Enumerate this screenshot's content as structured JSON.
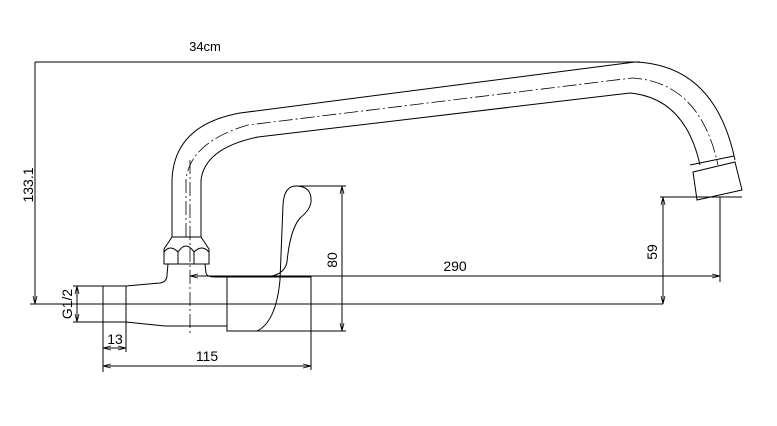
{
  "title_dimension": "34cm",
  "dimensions": {
    "total_height": "133.1",
    "handle_height": "80",
    "spout_reach": "290",
    "spout_clearance": "59",
    "thread": "G1/2",
    "thread_length": "13",
    "body_length": "115"
  }
}
